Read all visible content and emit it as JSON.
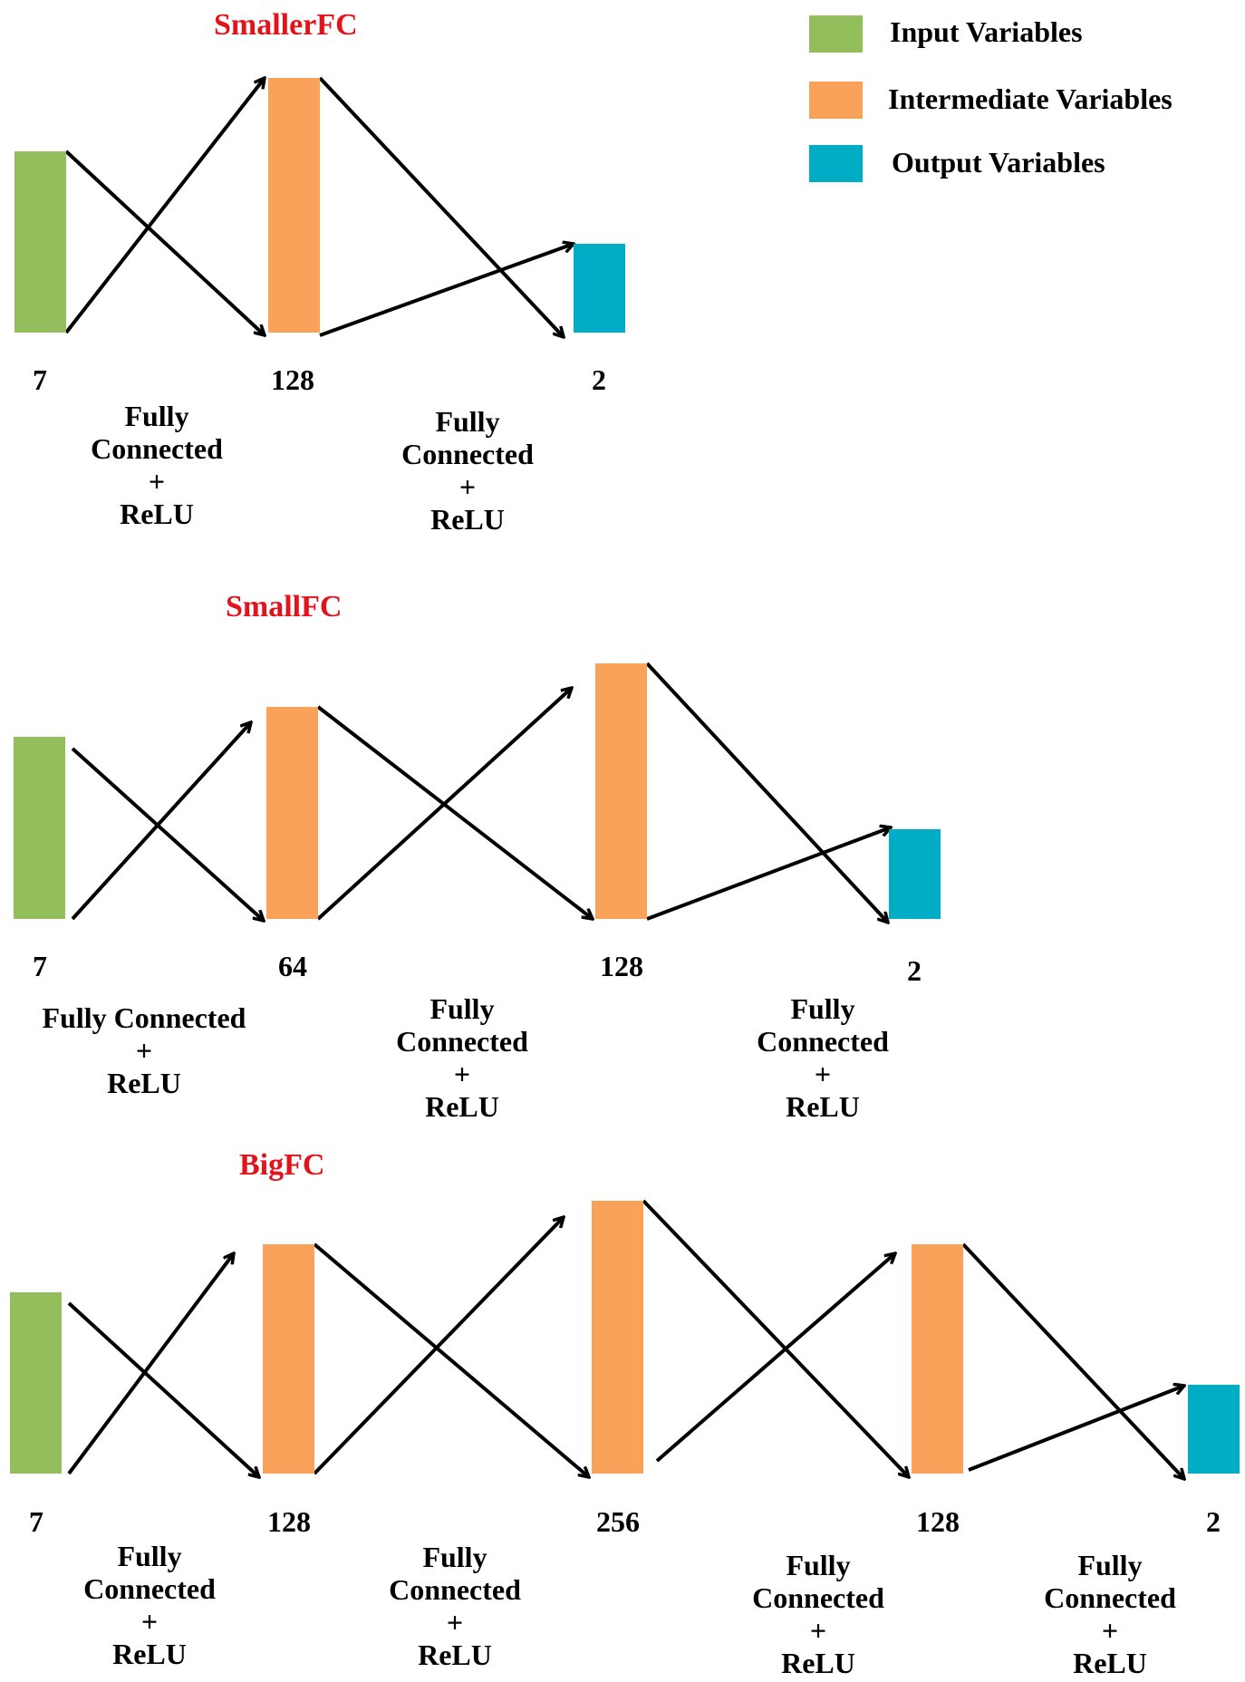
{
  "colors": {
    "input": "#92bf5c",
    "intermediate": "#fba25a",
    "output": "#00adc4",
    "title": "#e3131b",
    "text": "#000000"
  },
  "legend": [
    {
      "label": "Input Variables",
      "kind": "input"
    },
    {
      "label": "Intermediate Variables",
      "kind": "intermediate"
    },
    {
      "label": "Output Variables",
      "kind": "output"
    }
  ],
  "diagrams": [
    {
      "title": "SmallerFC",
      "layers": [
        {
          "size": "7",
          "kind": "input"
        },
        {
          "size": "128",
          "kind": "intermediate"
        },
        {
          "size": "2",
          "kind": "output"
        }
      ],
      "operations": [
        [
          "Fully",
          "Connected",
          "+",
          "ReLU"
        ],
        [
          "Fully",
          "Connected",
          "+",
          "ReLU"
        ]
      ]
    },
    {
      "title": "SmallFC",
      "layers": [
        {
          "size": "7",
          "kind": "input"
        },
        {
          "size": "64",
          "kind": "intermediate"
        },
        {
          "size": "128",
          "kind": "intermediate"
        },
        {
          "size": "2",
          "kind": "output"
        }
      ],
      "operations": [
        [
          "Fully Connected",
          "+",
          "ReLU"
        ],
        [
          "Fully",
          "Connected",
          "+",
          "ReLU"
        ],
        [
          "Fully",
          "Connected",
          "+",
          "ReLU"
        ]
      ]
    },
    {
      "title": "BigFC",
      "layers": [
        {
          "size": "7",
          "kind": "input"
        },
        {
          "size": "128",
          "kind": "intermediate"
        },
        {
          "size": "256",
          "kind": "intermediate"
        },
        {
          "size": "128",
          "kind": "intermediate"
        },
        {
          "size": "2",
          "kind": "output"
        }
      ],
      "operations": [
        [
          "Fully",
          "Connected",
          "+",
          "ReLU"
        ],
        [
          "Fully",
          "Connected",
          "+",
          "ReLU"
        ],
        [
          "Fully",
          "Connected",
          "+",
          "ReLU"
        ],
        [
          "Fully",
          "Connected",
          "+",
          "ReLU"
        ]
      ]
    }
  ]
}
